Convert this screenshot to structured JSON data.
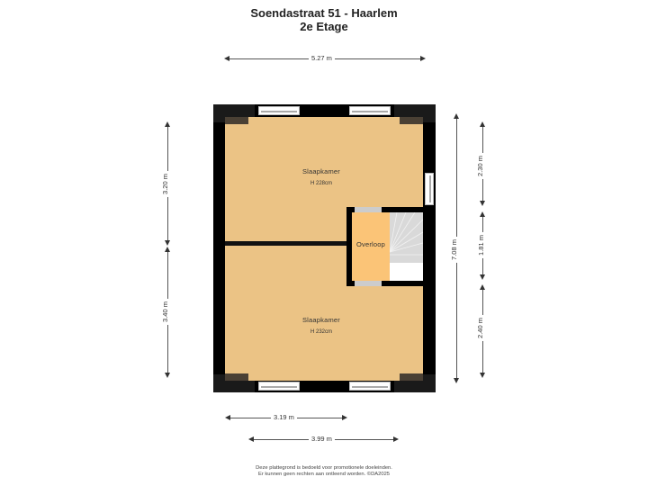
{
  "header": {
    "title": "Soendastraat 51 - Haarlem",
    "subtitle": "2e Etage"
  },
  "rooms": [
    {
      "name": "Slaapkamer",
      "height": "H 228cm"
    },
    {
      "name": "Slaapkamer",
      "height": "H 232cm"
    },
    {
      "name": "Overloop"
    }
  ],
  "dimensions": {
    "top_width": "5.27 m",
    "left_upper": "3.20 m",
    "left_lower": "3.40 m",
    "right_total": "7.08 m",
    "right_upper": "2.30 m",
    "right_middle": "1.81 m",
    "right_lower": "2.40 m",
    "bottom_inner": "3.19 m",
    "bottom_outer": "3.99 m"
  },
  "footer": {
    "line1": "Deze plattegrond is bedoeld voor promotionele doeleinden.",
    "line2": "Er kunnen geen rechten aan ontleend worden. ©DA2025"
  },
  "colors": {
    "room_fill": "#ebc385",
    "overloop_fill": "#fbc477",
    "wall": "#000000",
    "corner_shadow": "#4a4034",
    "stair": "#d9d9d9"
  }
}
